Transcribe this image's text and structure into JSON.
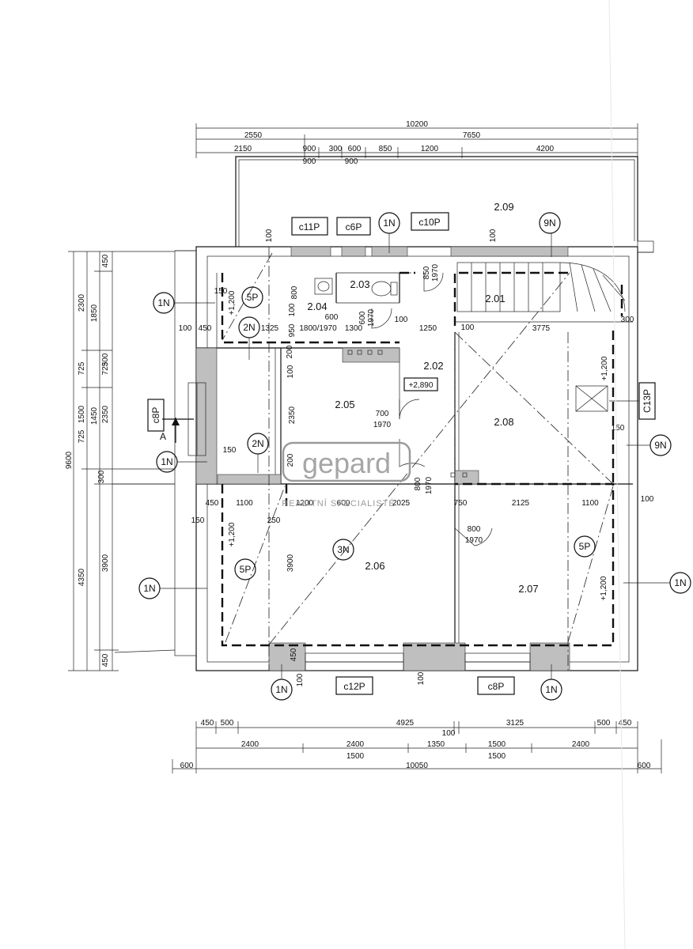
{
  "dims_top": {
    "total": "10200",
    "row1": [
      "2550",
      "7650"
    ],
    "row2": [
      "2150",
      "900",
      "300",
      "600",
      "850",
      "1200",
      "4200"
    ],
    "row3": [
      "900",
      "900"
    ]
  },
  "dims_left": {
    "total": "9600",
    "col1": [
      "2300",
      "725",
      "4350"
    ],
    "col2": [
      "450",
      "1850",
      "300",
      "1500",
      "300",
      "3900",
      "450"
    ],
    "col3": [
      "725",
      "1450",
      "2350"
    ]
  },
  "dims_bottom": {
    "row1": [
      "450",
      "500",
      "4925",
      "100",
      "3125",
      "500",
      "450"
    ],
    "row2": [
      "2400",
      "2400",
      "1350",
      "1500",
      "2400"
    ],
    "row3": [
      "1500",
      "1500"
    ],
    "row4": [
      "600",
      "10050",
      "600"
    ]
  },
  "rooms": {
    "r209": "2.09",
    "r201": "2.01",
    "r202": "2.02",
    "r203": "2.03",
    "r204": "2.04",
    "r205": "2.05",
    "r206": "2.06",
    "r207": "2.07",
    "r208": "2.08"
  },
  "tags": {
    "c11p": "c11P",
    "c6p": "c6P",
    "c10p": "c10P",
    "c12p": "c12P",
    "c8p": "c8P",
    "c8p_left": "c8P",
    "c13p": "C13P",
    "n1": "1N",
    "n2": "2N",
    "n3": "3N",
    "n9": "9N",
    "p5": "5P"
  },
  "section_mark": "A",
  "level_mark": "+2,890",
  "labels": {
    "h120": "+1,200",
    "d100": "100",
    "d150": "150",
    "d250": "250",
    "d300": "300",
    "d450": "450",
    "d600": "600",
    "d700": "700",
    "d750": "750",
    "d800": "800",
    "d850": "850",
    "d950": "950",
    "d1100": "1100",
    "d1200": "1200",
    "d1250": "1250",
    "d1300": "1300",
    "d1325": "1325",
    "d1800": "1800",
    "d1970": "1970",
    "d2025": "2025",
    "d2125": "2125",
    "d2350": "2350",
    "d3775": "3775",
    "d3900": "3900",
    "d200": "200",
    "d1800_1970": "1800/1970"
  },
  "watermark": {
    "brand": "gepard",
    "tagline": "REALITNÍ SPECIALISTÉ"
  }
}
